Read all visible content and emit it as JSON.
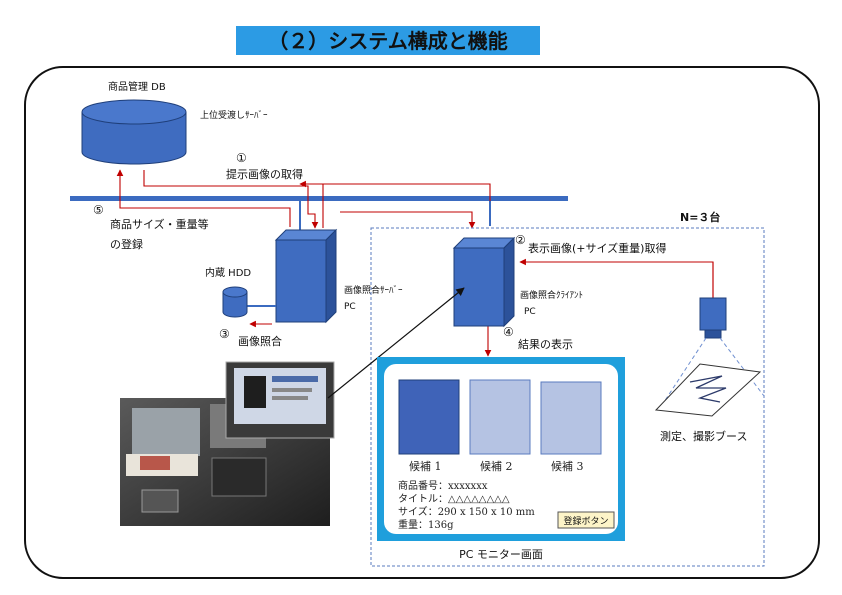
{
  "title": "（２）システム構成と機能",
  "db": {
    "label": "商品管理 DB",
    "server_label": "上位受渡しｻｰﾊﾞｰ"
  },
  "steps": {
    "s1": {
      "num": "①",
      "text": "提示画像の取得"
    },
    "s2": {
      "num": "②",
      "text": "表示画像(+サイズ重量)取得"
    },
    "s3": {
      "num": "③",
      "text": "画像照合"
    },
    "s4": {
      "num": "④",
      "text": "結果の表示"
    },
    "s5": {
      "num": "⑤",
      "text_line1": "商品サイズ・重量等",
      "text_line2": "の登録"
    }
  },
  "hdd": {
    "label": "内蔵 HDD"
  },
  "match_server": {
    "label_line1": "画像照合ｻｰﾊﾞｰ",
    "label_line2": "PC"
  },
  "match_client": {
    "label_line1": "画像照合ｸﾗｲｱﾝﾄ",
    "label_line2": "PC"
  },
  "client_group": {
    "count_label": "N=３台"
  },
  "booth": {
    "label": "測定、撮影ブース"
  },
  "monitor": {
    "caption": "PC モニター画面",
    "candidates": [
      {
        "label": "候補 1",
        "color": "#3f63b8"
      },
      {
        "label": "候補 2",
        "color": "#b5c3e3"
      },
      {
        "label": "候補 3",
        "color": "#b5c3e3"
      }
    ],
    "info": {
      "product_no": "商品番号：xxxxxxx",
      "title": "タイトル：△△△△△△△△",
      "size": "サイズ：290 x 150 x 10 mm",
      "weight": "重量：136g"
    },
    "register_button": "登録ボタン"
  },
  "colors": {
    "accent_blue": "#3b6bc0",
    "title_bg": "#2c9be4",
    "arrow_red": "#c00000",
    "monitor_border": "#1f9fdc"
  }
}
